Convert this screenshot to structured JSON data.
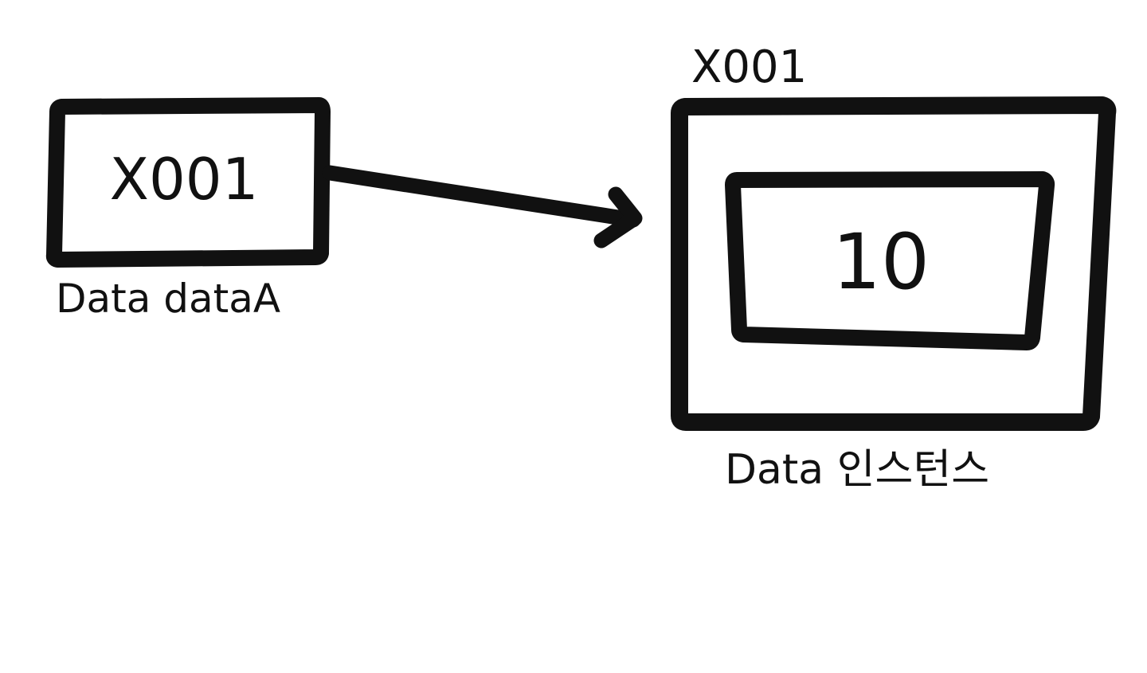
{
  "diagram": {
    "variable": {
      "value": "X001",
      "label": "Data dataA"
    },
    "instance": {
      "address": "X001",
      "field_value": "10",
      "label": "Data 인스턴스"
    }
  },
  "colors": {
    "ink": "#111111",
    "paper": "#ffffff"
  }
}
